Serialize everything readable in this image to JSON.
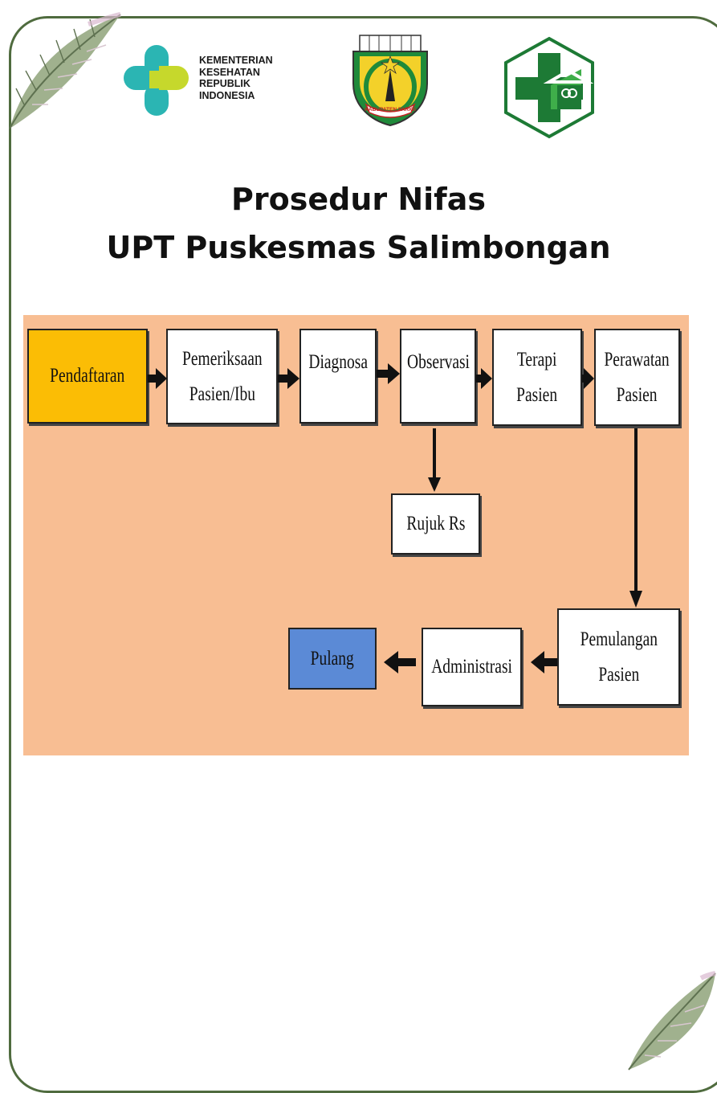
{
  "header": {
    "kemenkes_lines": [
      "KEMENTERIAN",
      "KESEHATAN",
      "REPUBLIK",
      "INDONESIA"
    ],
    "crest_text": "KABUPATEN PARIGI"
  },
  "title": {
    "line1": "Prosedur Nifas",
    "line2": "UPT Puskesmas Salimbongan"
  },
  "flowchart": {
    "nodes": {
      "pendaftaran": "Pendaftaran",
      "pemeriksaan": "Pemeriksaan\nPasien/Ibu",
      "diagnosa": "Diagnosa",
      "observasi": "Observasi",
      "terapi": "Terapi\nPasien",
      "perawatan": "Perawatan\nPasien",
      "rujuk": "Rujuk Rs",
      "pemulangan": "Pemulangan\nPasien",
      "administrasi": "Administrasi",
      "pulang": "Pulang"
    },
    "colors": {
      "background": "#f8be93",
      "pendaftaran": "#fbbd05",
      "pulang": "#5b8ad6",
      "default": "#ffffff"
    }
  }
}
